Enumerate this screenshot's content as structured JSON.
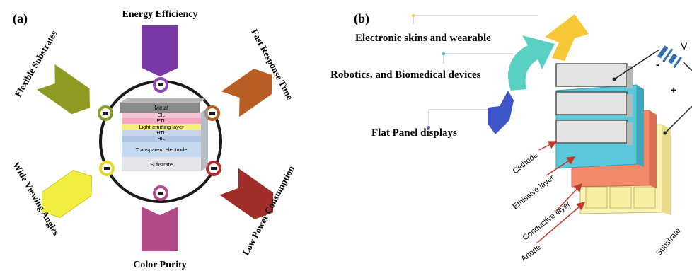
{
  "panel_a": {
    "label": "(a)",
    "features": {
      "top": "Energy Efficiency",
      "top_right": "Fast Response Time",
      "bottom_right": "Low Power Consumption",
      "bottom": "Color Purity",
      "bottom_left": "Wide Viewing Angles",
      "top_left": "Flexible Substrates"
    },
    "colors": {
      "top": "#7a3aa6",
      "top_right": "#b85e24",
      "bottom_right": "#a12d2a",
      "bottom": "#b24c86",
      "bottom_left": "#f2ee40",
      "top_left": "#8e9a22"
    },
    "stack_layers": [
      "Metal",
      "EIL",
      "ETL",
      "Light-emitting layer",
      "HTL",
      "HIL",
      "Transparent electrode",
      "Substrate"
    ]
  },
  "panel_b": {
    "label": "(b)",
    "applications": [
      "Electronic skins and wearable",
      "Robotics. and Biomedical devices",
      "Flat Panel displays"
    ],
    "layers": [
      "Cathode",
      "Emissive layer",
      "Conductive layer",
      "Anode",
      "Substrate"
    ],
    "battery": {
      "voltage_label": "V",
      "minus": "-",
      "plus": "+"
    },
    "colors": {
      "cathode": "#5cc8dc",
      "emissive": "#f28a6a",
      "conductive": "#f6eea0",
      "arrow_teal": "#5ad0c2",
      "arrow_yellow": "#f6c837",
      "arrow_blue": "#3f56c8"
    }
  }
}
